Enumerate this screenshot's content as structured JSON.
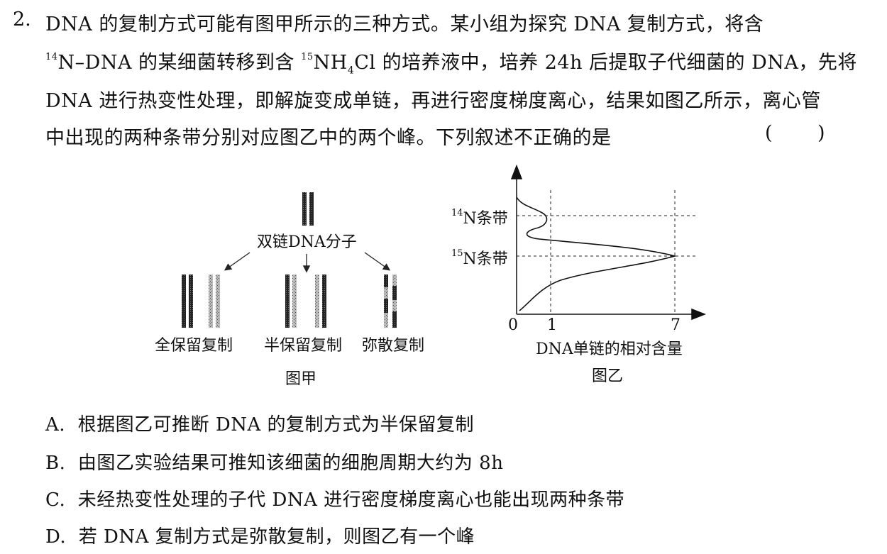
{
  "question": {
    "number": "2.",
    "line1": "DNA 的复制方式可能有图甲所示的三种方式。某小组为探究 DNA 复制方式，将含",
    "line2_sup14": "14",
    "line2_a": "N–DNA 的某细菌转移到含 ",
    "line2_sup15": "15",
    "line2_b": "NH",
    "line2_sub4": "4",
    "line2_c": "Cl 的培养液中，培养 24h 后提取子代细菌的 DNA，先将",
    "line3": "DNA 进行热变性处理，即解旋变成单链，再进行密度梯度离心，结果如图乙所示，离心管",
    "line4": "中出现的两种条带分别对应图乙中的两个峰。下列叙述不正确的是",
    "answer_paren_left": "(",
    "answer_paren_right": ")"
  },
  "figure_a": {
    "top_label": "双链DNA分子",
    "modes": [
      "全保留复制",
      "半保留复制",
      "弥散复制"
    ],
    "caption": "图甲"
  },
  "figure_b": {
    "band14": {
      "sup": "14",
      "text": "N条带"
    },
    "band15": {
      "sup": "15",
      "text": "N条带"
    },
    "origin": "0",
    "tick1": "1",
    "tick7": "7",
    "xlabel": "DNA单链的相对含量",
    "caption": "图乙"
  },
  "options": [
    {
      "letter": "A.",
      "text": "根据图乙可推断 DNA 的复制方式为半保留复制"
    },
    {
      "letter": "B.",
      "text": "由图乙实验结果可推知该细菌的细胞周期大约为 8h"
    },
    {
      "letter": "C.",
      "text": "未经热变性处理的子代 DNA 进行密度梯度离心也能出现两种条带"
    },
    {
      "letter": "D.",
      "text": "若 DNA 复制方式是弥散复制，则图乙有一个峰"
    }
  ]
}
